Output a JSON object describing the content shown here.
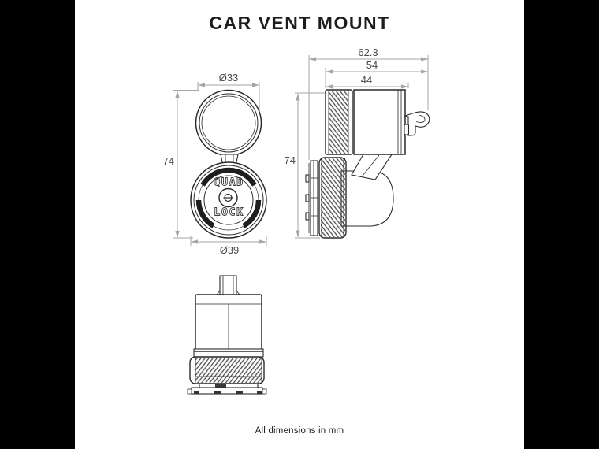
{
  "title": "CAR VENT MOUNT",
  "footer_note": "All dimensions in mm",
  "colors": {
    "background": "#ffffff",
    "pillarbox": "#000000",
    "part_outline": "#2a2a2a",
    "dimension_line": "#a6a6a6",
    "dimension_text": "#4a4a4c",
    "hatch": "#4c4c4c",
    "logo": "#3a3a3a"
  },
  "views": {
    "front": {
      "label": "front-view",
      "dim_lid_diameter": "Ø33",
      "dim_height": "74",
      "dim_head_diameter": "Ø39",
      "logo_top": "QUAD",
      "logo_bottom": "LOCK"
    },
    "side": {
      "label": "side-view",
      "dim_overall_depth": "62.3",
      "dim_body_depth": "54",
      "dim_head_depth": "44",
      "dim_height": "74"
    },
    "bottom": {
      "label": "bottom-view"
    }
  }
}
